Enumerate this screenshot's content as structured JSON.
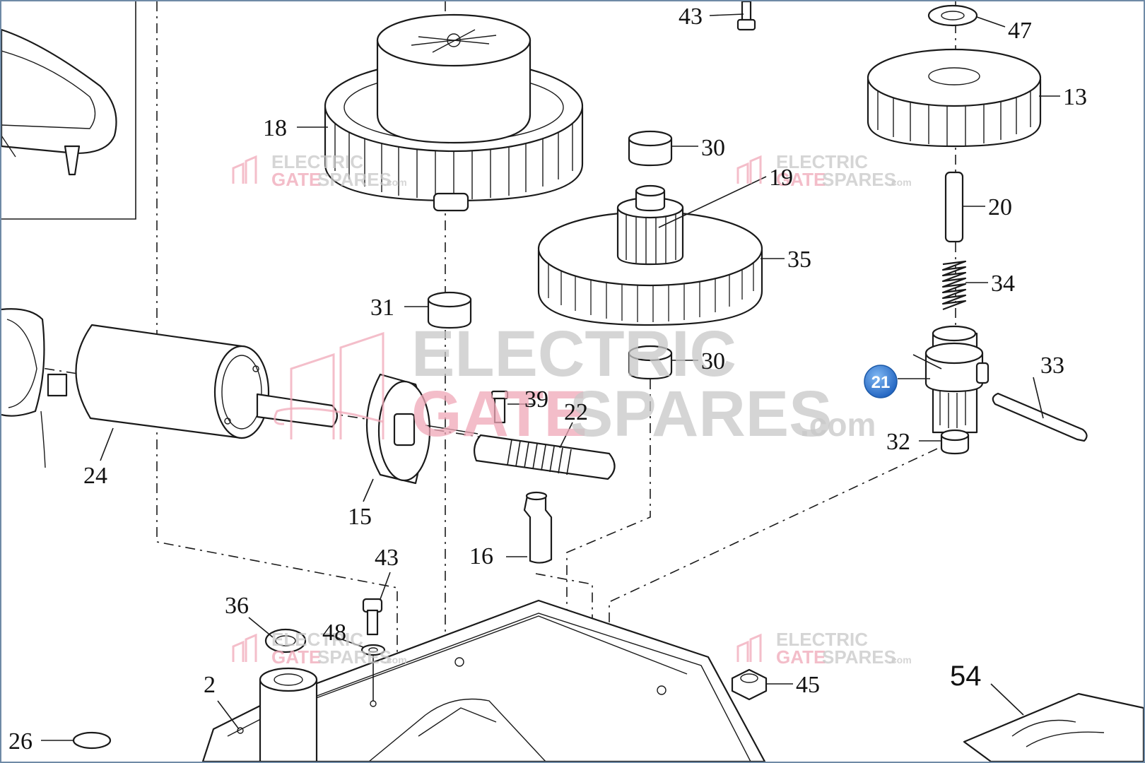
{
  "labels": {
    "l43a": "43",
    "l47": "47",
    "l13": "13",
    "l18": "18",
    "l30a": "30",
    "l19": "19",
    "l20": "20",
    "l35": "35",
    "l34": "34",
    "l31": "31",
    "l30b": "30",
    "l33": "33",
    "l39": "39",
    "l22": "22",
    "l32": "32",
    "l24": "24",
    "l15": "15",
    "l16": "16",
    "l43b": "43",
    "l36": "36",
    "l48": "48",
    "l45": "45",
    "l54": "54",
    "l2": "2",
    "l26": "26"
  },
  "highlight": {
    "part_number": "21",
    "color": "#2f7fd6"
  },
  "watermark": {
    "line1": "ELECTRIC",
    "line2_grey": "GATE",
    "line2_red": "SPARES",
    "suffix": ".com",
    "grey_color": "#c8c8c8",
    "red_color": "#f0a8b8"
  },
  "colors": {
    "ink": "#1a1a1a",
    "frame": "#6f8aa6",
    "background": "#ffffff"
  }
}
